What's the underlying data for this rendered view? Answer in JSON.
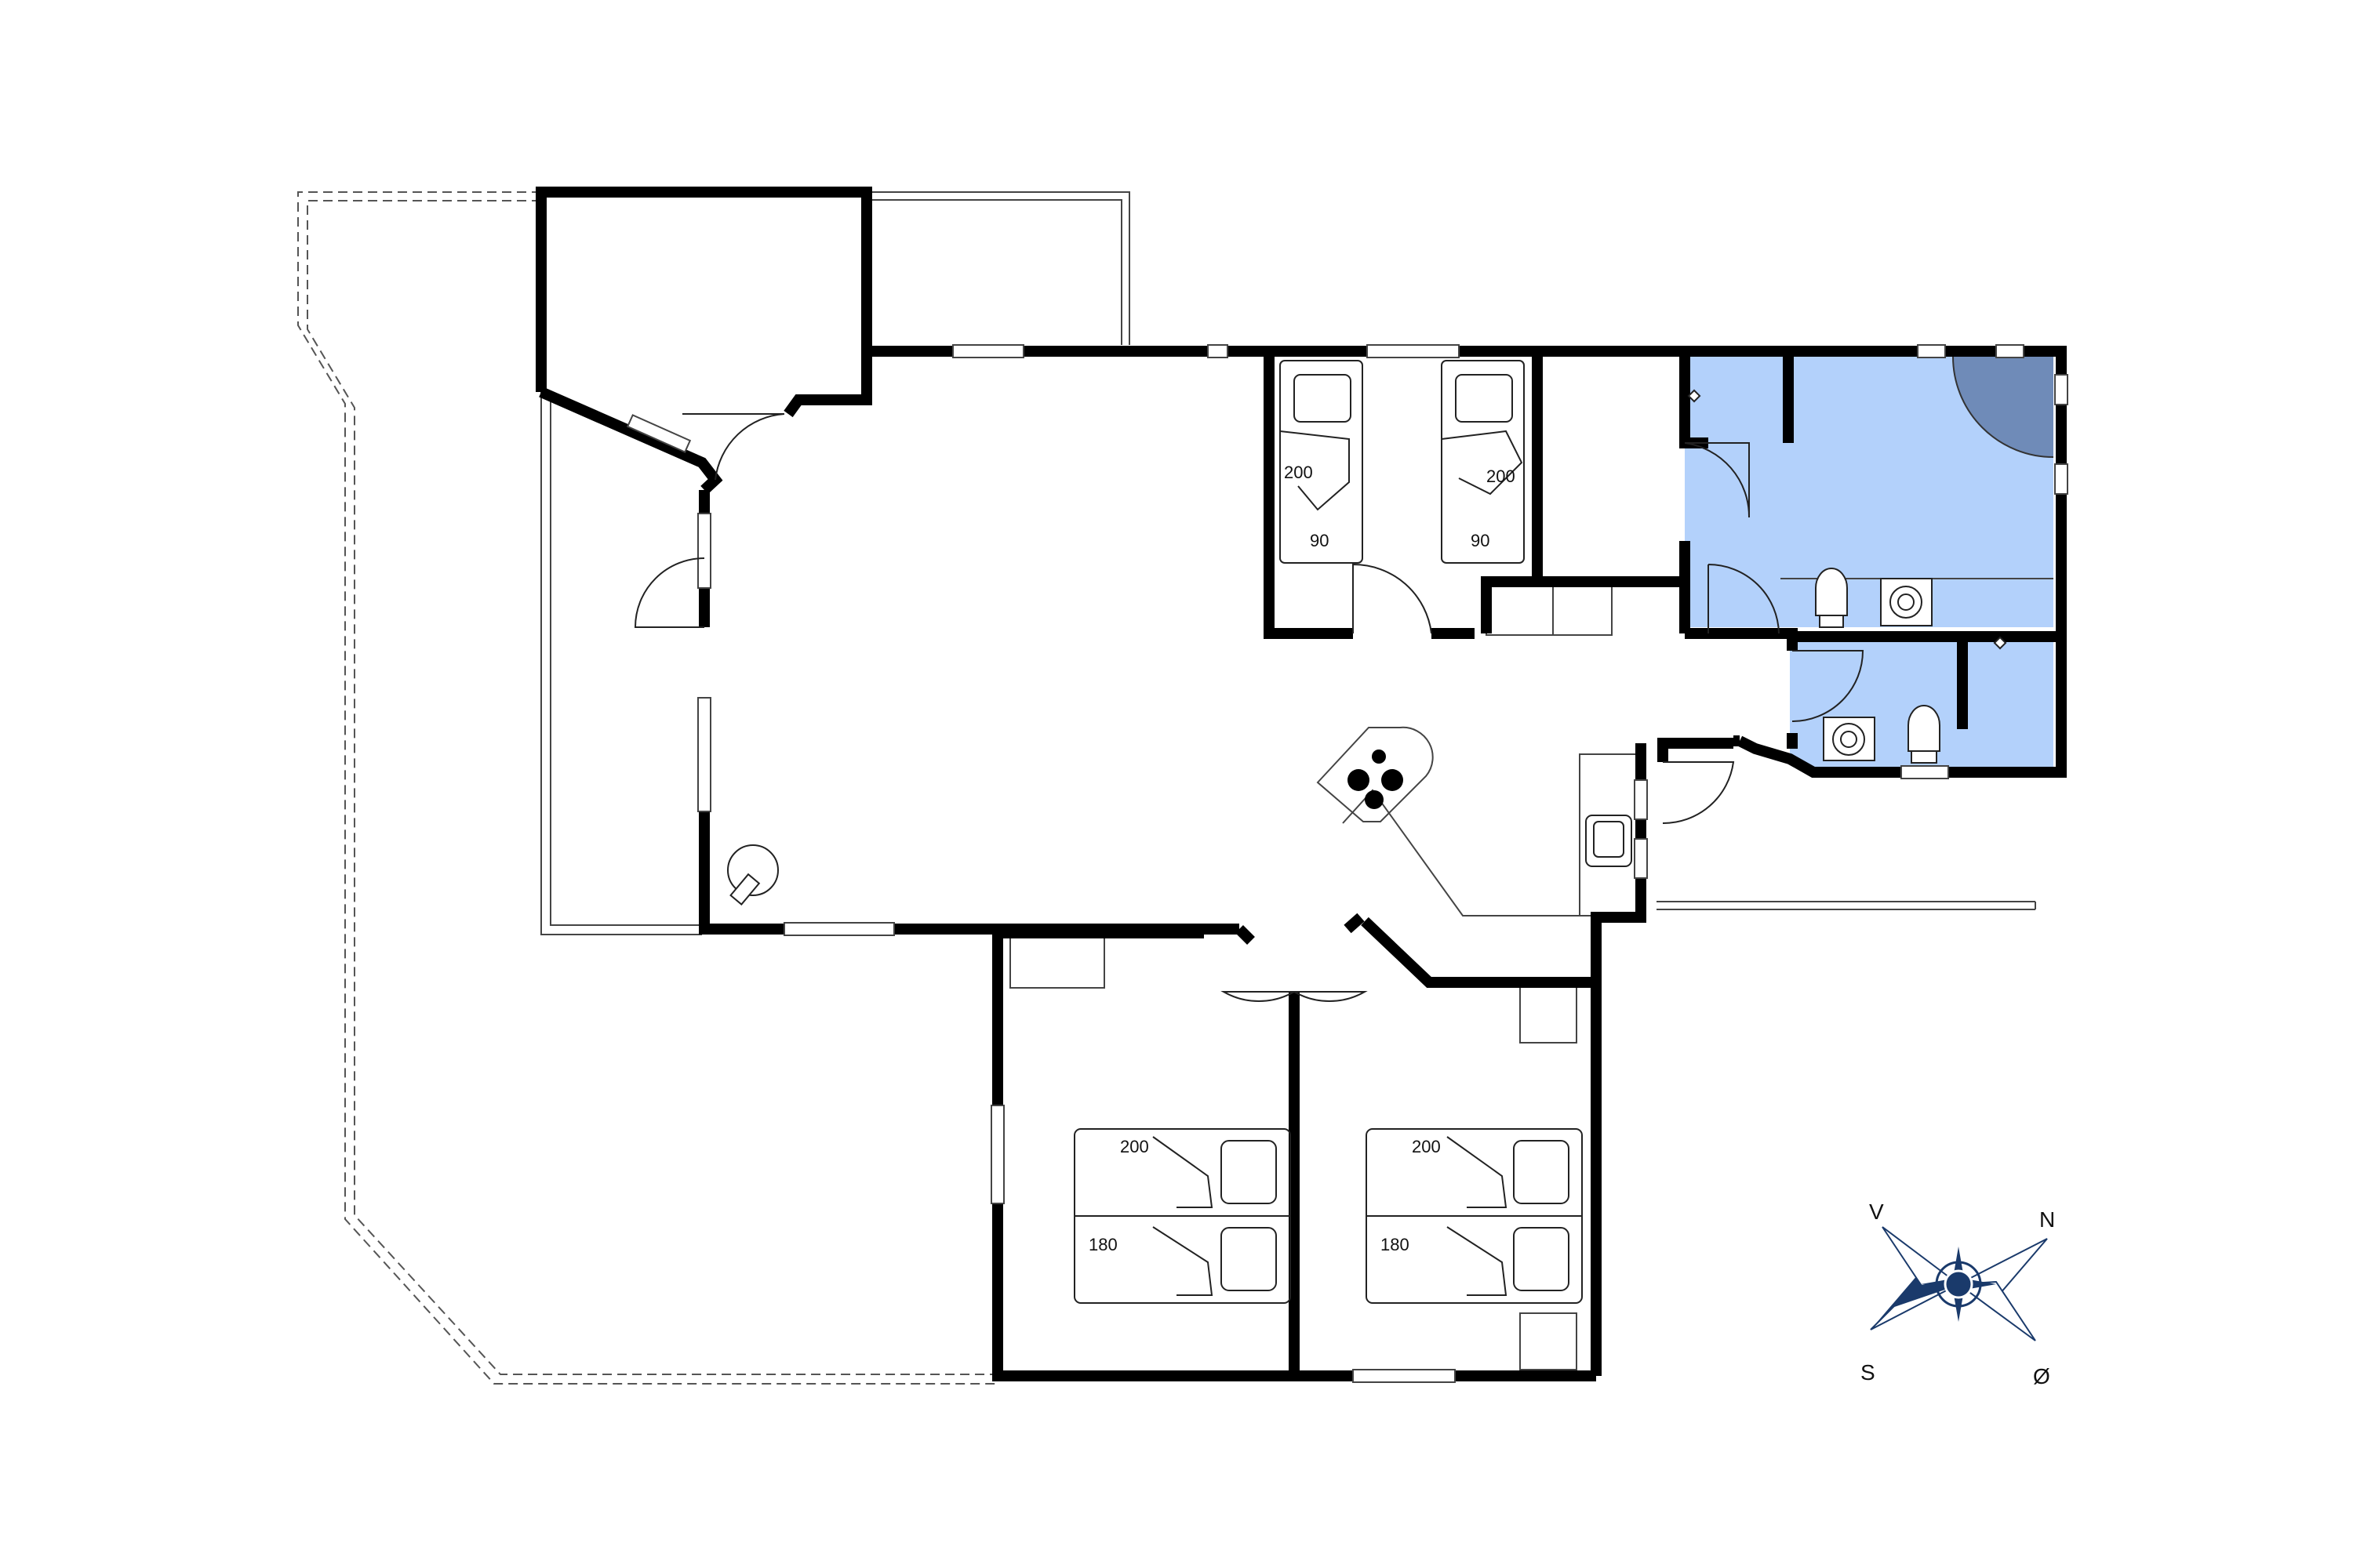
{
  "floorplan": {
    "beds": [
      {
        "id": "bed-1",
        "length": "200",
        "width": "90"
      },
      {
        "id": "bed-2",
        "length": "200",
        "width": "90"
      },
      {
        "id": "bed-3",
        "length": "200",
        "width": "180"
      },
      {
        "id": "bed-4",
        "length": "200",
        "width": "180"
      }
    ],
    "compass": {
      "north": "N",
      "south": "S",
      "east": "Ø",
      "west": "V"
    },
    "colors": {
      "wall": "#000000",
      "bathroom_fill": "#b3d1fb",
      "shower_fill": "#6f8bb8",
      "compass_blue": "#1a3a6b"
    }
  }
}
